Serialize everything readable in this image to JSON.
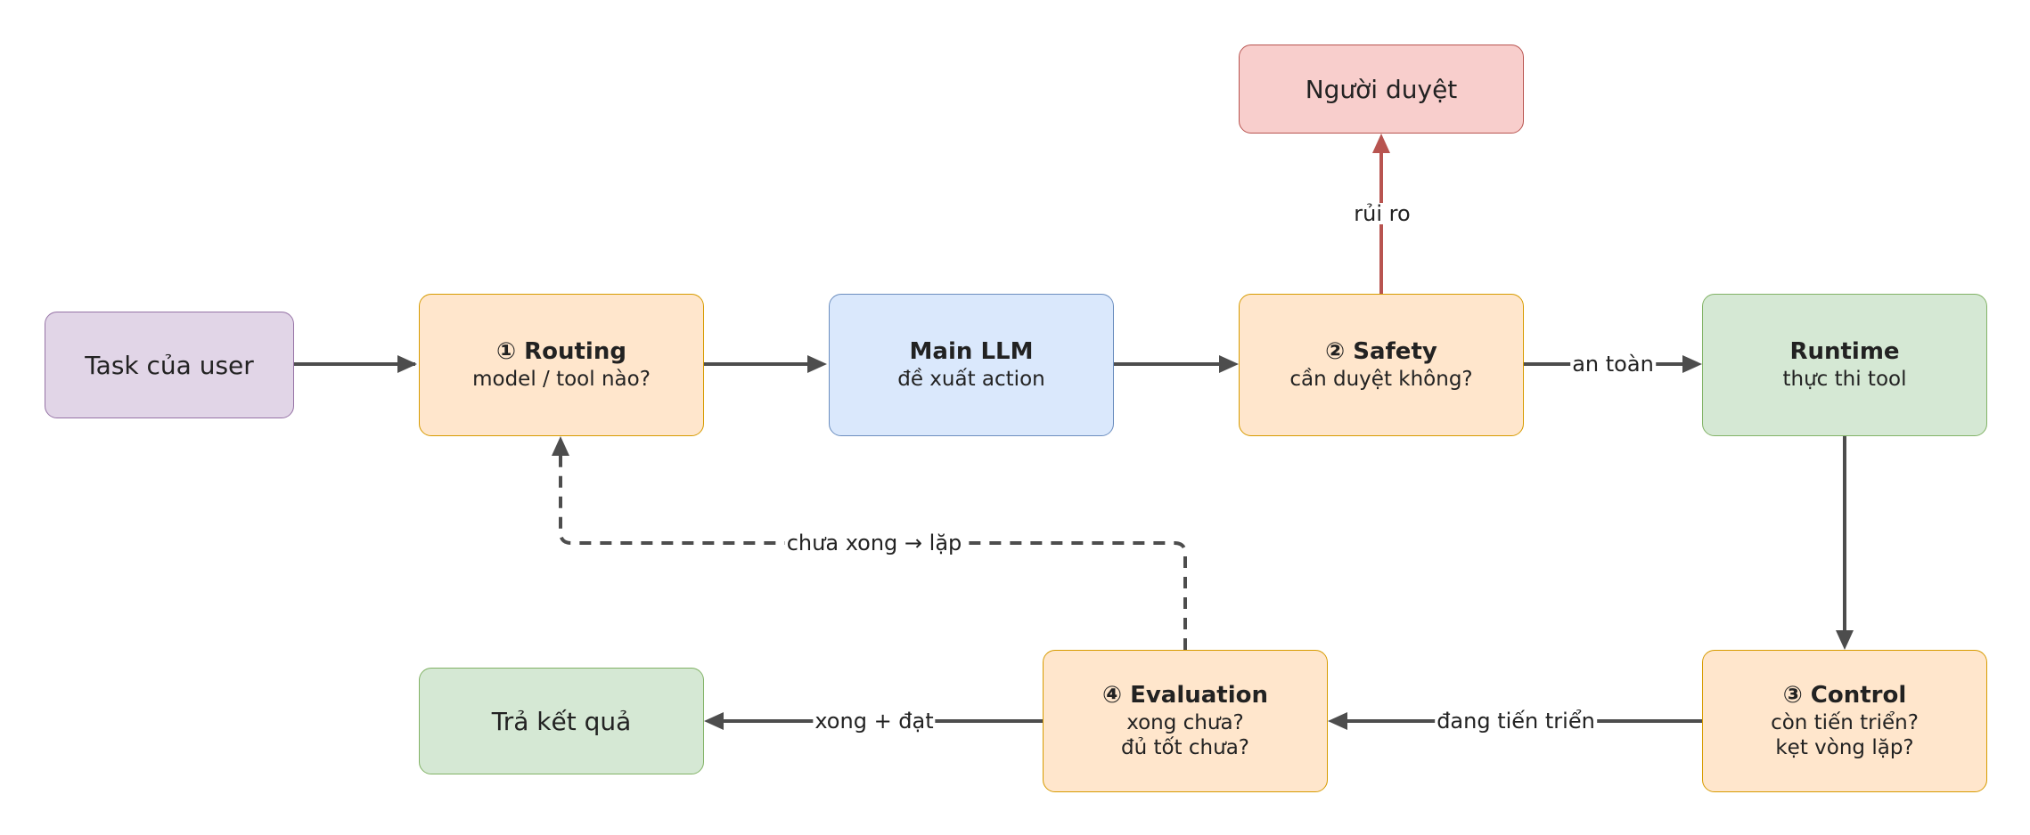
{
  "nodes": {
    "task": {
      "text": "Task của user"
    },
    "routing": {
      "title": "① Routing",
      "sub": "model / tool nào?"
    },
    "main_llm": {
      "title": "Main LLM",
      "sub": "đề xuất action"
    },
    "safety": {
      "title": "② Safety",
      "sub": "cần duyệt không?"
    },
    "runtime": {
      "title": "Runtime",
      "sub": "thực thi tool"
    },
    "reviewer": {
      "text": "Người duyệt"
    },
    "control": {
      "title": "③ Control",
      "sub1": "còn tiến triển?",
      "sub2": "kẹt vòng lặp?"
    },
    "evaluation": {
      "title": "④ Evaluation",
      "sub1": "xong chưa?",
      "sub2": "đủ tốt chưa?"
    },
    "result": {
      "text": "Trả kết quả"
    }
  },
  "edges": {
    "risk": "rủi ro",
    "safe": "an toàn",
    "progress": "đang tiến triển",
    "done": "xong + đạt",
    "loop": "chưa xong → lặp"
  },
  "colors": {
    "arrow": "#4d4d4d",
    "risk_arrow": "#b85450"
  }
}
